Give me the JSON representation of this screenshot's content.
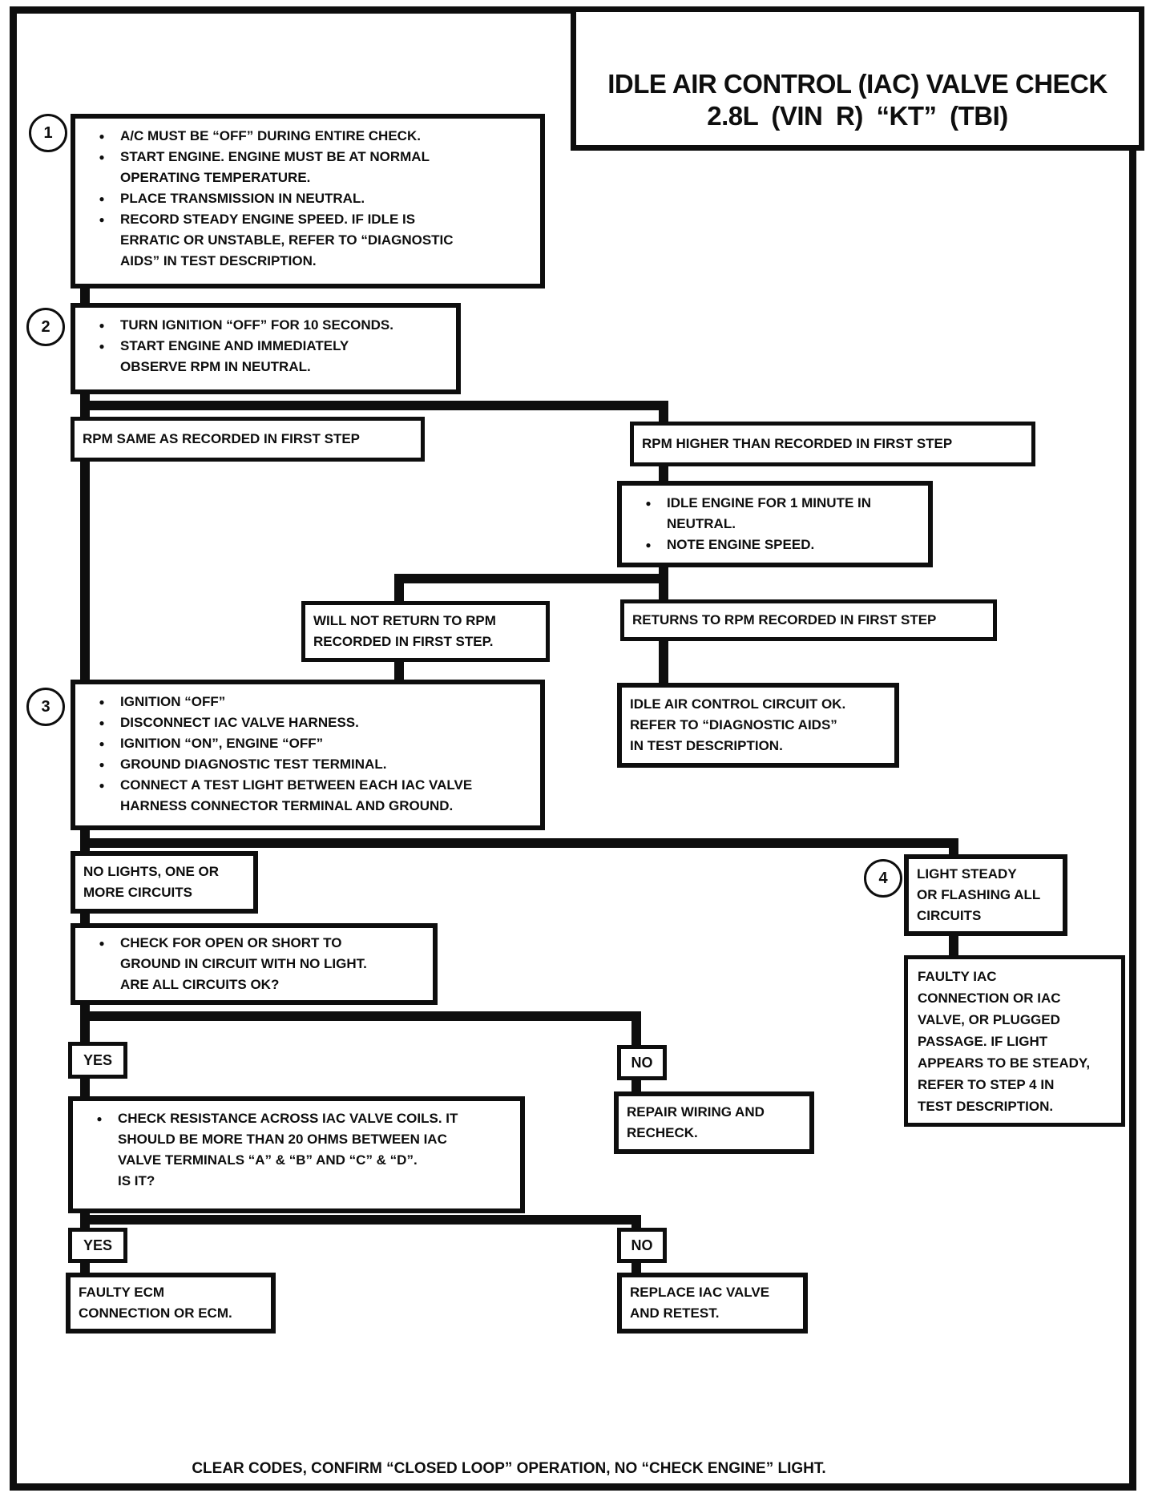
{
  "colors": {
    "ink": "#0e0e0e",
    "paper": "#ffffff"
  },
  "title": {
    "lines": [
      "IDLE AIR CONTROL (IAC) VALVE CHECK",
      "2.8L (VIN R) “KT” (TBI)"
    ]
  },
  "nodes": {
    "step1": {
      "number": "1",
      "items": [
        [
          "A/C MUST BE “OFF” DURING ENTIRE CHECK."
        ],
        [
          "START ENGINE.  ENGINE MUST BE AT NORMAL",
          "OPERATING TEMPERATURE."
        ],
        [
          "PLACE TRANSMISSION IN NEUTRAL."
        ],
        [
          "RECORD STEADY ENGINE SPEED.  IF IDLE IS",
          "ERRATIC OR UNSTABLE, REFER TO “DIAGNOSTIC",
          "AIDS” IN TEST DESCRIPTION."
        ]
      ]
    },
    "step2": {
      "number": "2",
      "items": [
        [
          "TURN IGNITION “OFF”  FOR 10 SECONDS."
        ],
        [
          "START ENGINE  AND IMMEDIATELY",
          "OBSERVE RPM IN NEUTRAL."
        ]
      ]
    },
    "rpm_same": {
      "lines": [
        "RPM SAME AS RECORDED IN FIRST STEP"
      ]
    },
    "rpm_higher": {
      "lines": [
        "RPM HIGHER THAN RECORDED IN FIRST STEP"
      ]
    },
    "idle_engine": {
      "items": [
        [
          "IDLE ENGINE FOR 1 MINUTE IN",
          "NEUTRAL."
        ],
        [
          "NOTE ENGINE SPEED."
        ]
      ]
    },
    "will_not_return": {
      "lines": [
        "WILL NOT RETURN TO RPM",
        "RECORDED IN FIRST STEP."
      ]
    },
    "returns": {
      "lines": [
        "RETURNS TO RPM RECORDED IN FIRST STEP"
      ]
    },
    "step3": {
      "number": "3",
      "items": [
        [
          "IGNITION “OFF”"
        ],
        [
          "DISCONNECT IAC VALVE HARNESS."
        ],
        [
          "IGNITION “ON”, ENGINE “OFF”"
        ],
        [
          "GROUND DIAGNOSTIC TEST TERMINAL."
        ],
        [
          "CONNECT A TEST LIGHT BETWEEN EACH IAC VALVE",
          "HARNESS CONNECTOR TERMINAL AND GROUND."
        ]
      ]
    },
    "iac_ok": {
      "lines": [
        "IDLE AIR CONTROL CIRCUIT OK.",
        "REFER TO “DIAGNOSTIC AIDS”",
        "IN TEST DESCRIPTION."
      ]
    },
    "no_lights": {
      "lines": [
        "NO LIGHTS, ONE OR",
        "MORE CIRCUITS"
      ]
    },
    "step4": {
      "number": "4",
      "lines": [
        "LIGHT  STEADY",
        "OR FLASHING ALL",
        "CIRCUITS"
      ]
    },
    "check_open": {
      "items": [
        [
          "CHECK FOR OPEN OR SHORT TO",
          "GROUND IN CIRCUIT WITH NO LIGHT.",
          "ARE ALL CIRCUITS OK?"
        ]
      ]
    },
    "faulty_iac": {
      "lines": [
        "FAULTY IAC",
        "CONNECTION OR IAC",
        "VALVE, OR PLUGGED",
        "PASSAGE.  IF LIGHT",
        "APPEARS TO BE STEADY,",
        "REFER TO STEP 4  IN",
        "TEST DESCRIPTION."
      ]
    },
    "yes1": {
      "label": "YES"
    },
    "no1": {
      "label": "NO"
    },
    "check_resistance": {
      "items": [
        [
          "CHECK RESISTANCE ACROSS IAC VALVE COILS.  IT",
          "SHOULD BE MORE THAN 20 OHMS BETWEEN IAC",
          "VALVE TERMINALS “A” & “B” AND “C” & “D”.",
          "IS IT?"
        ]
      ]
    },
    "repair_wiring": {
      "lines": [
        "REPAIR WIRING AND",
        "RECHECK."
      ]
    },
    "yes2": {
      "label": "YES"
    },
    "no2": {
      "label": "NO"
    },
    "faulty_ecm": {
      "lines": [
        "FAULTY ECM",
        "CONNECTION OR ECM."
      ]
    },
    "replace_iac": {
      "lines": [
        "REPLACE IAC VALVE",
        "AND RETEST."
      ]
    }
  },
  "footer": {
    "label": "CLEAR CODES, CONFIRM “CLOSED LOOP” OPERATION, NO “CHECK ENGINE” LIGHT."
  }
}
